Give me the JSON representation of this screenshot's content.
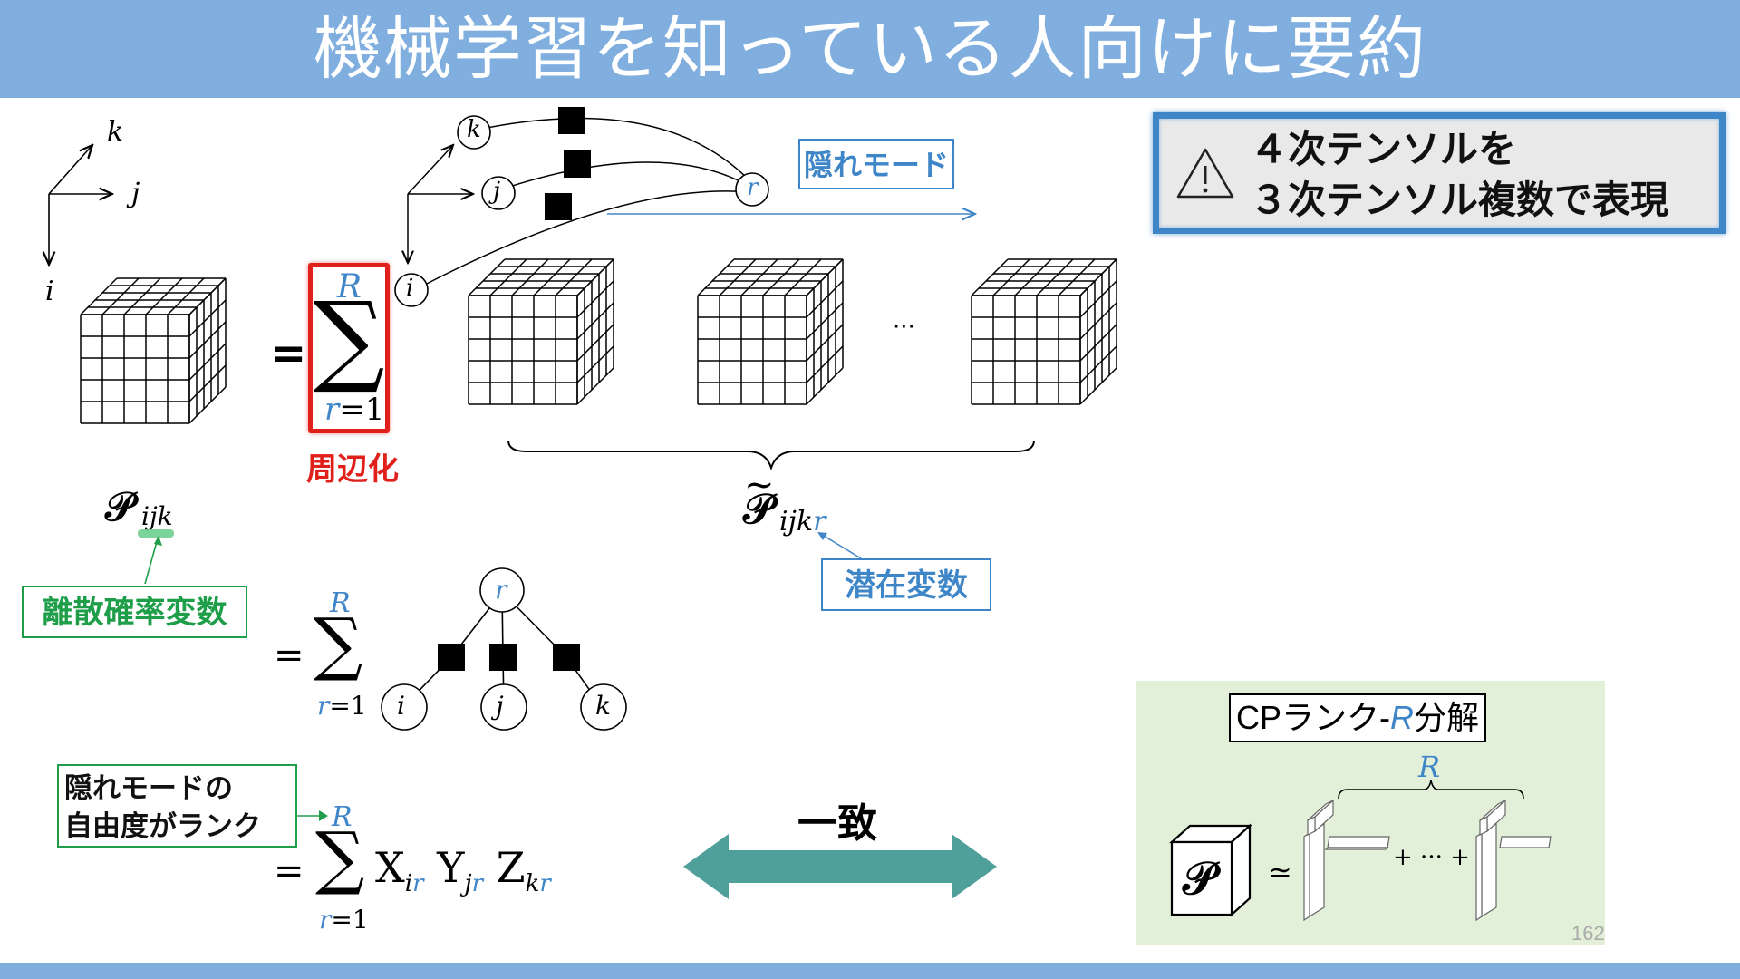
{
  "title": "機械学習を知っている人向けに要約",
  "axes": {
    "k": "k",
    "j": "j",
    "i": "i"
  },
  "sum": {
    "upper": "R",
    "r_var": "r",
    "r_start": "=1",
    "symbol": "∑",
    "equals": "="
  },
  "marginalize_label": "周辺化",
  "hidden_mode_label": "隠れモード",
  "nodes": {
    "k": "k",
    "j": "j",
    "i": "i",
    "r": "r"
  },
  "ellipsis": "···",
  "tensor_symbol": "𝒫",
  "p_subscript": "ijk",
  "p_tilde_subscript_plain": "ijk",
  "p_tilde_subscript_blue": "r",
  "discrete_rv_label": "離散確率変数",
  "latent_var_label": "潜在変数",
  "warning": {
    "line1": "４次テンソルを",
    "line2": "３次テンソル複数で表現"
  },
  "hidden_mode_rank": {
    "line1": "隠れモードの",
    "line2": "自由度がランク"
  },
  "product_terms": [
    {
      "base": "X",
      "sub_plain": "i",
      "sub_blue": "r"
    },
    {
      "base": "Y",
      "sub_plain": "j",
      "sub_blue": "r"
    },
    {
      "base": "Z",
      "sub_plain": "k",
      "sub_blue": "r"
    }
  ],
  "match_label": "一致",
  "cp_panel": {
    "title_prefix": "CPランク-",
    "title_r": "R",
    "title_suffix": "分解",
    "brace_label": "R",
    "approx": "≃",
    "plus_terms": "+ ··· +"
  },
  "page_number": "162",
  "colors": {
    "accent_blue": "#3f86c8",
    "header_blue": "#7faedf",
    "green": "#1f9e4a",
    "red": "#e0201b",
    "teal_arrow": "#4f9f9b",
    "cp_bg": "#e2efd9"
  }
}
